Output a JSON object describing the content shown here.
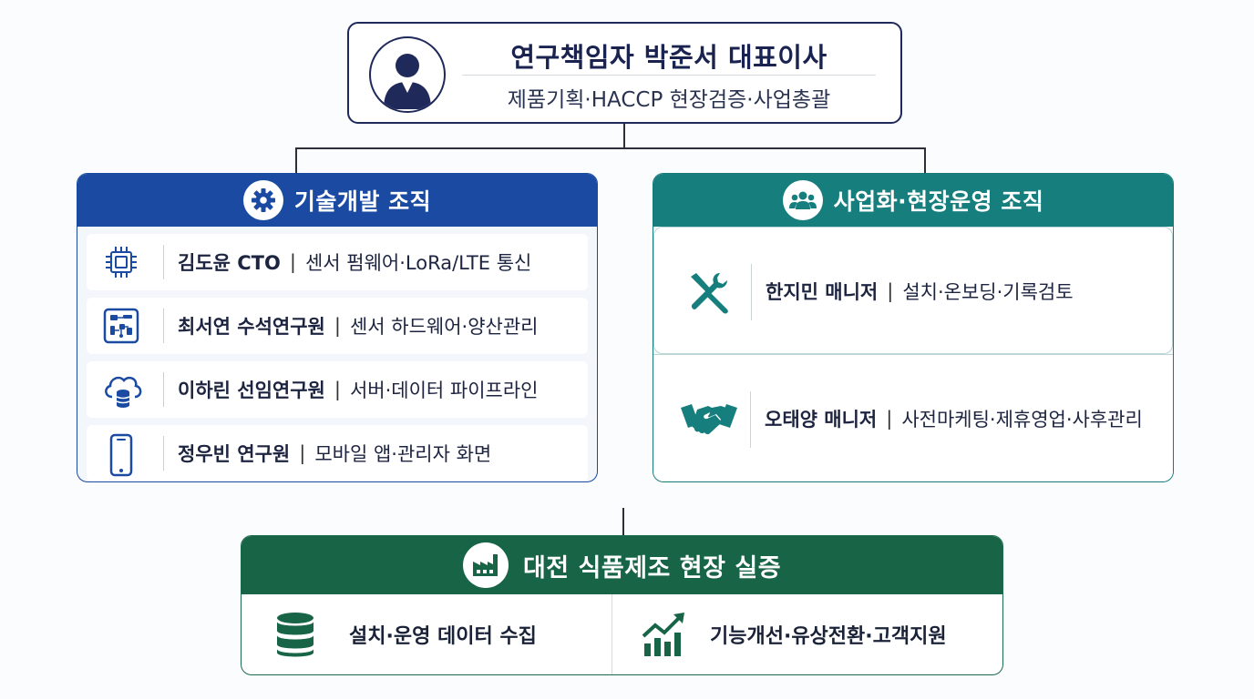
{
  "leader": {
    "title": "연구책임자 박준서 대표이사",
    "subtitle": "제품기획·HACCP 현장검증·사업총괄",
    "icon": "person-icon"
  },
  "tech_org": {
    "title": "기술개발 조직",
    "icon": "gear-icon",
    "color": "#1a4aa2",
    "members": [
      {
        "name": "김도윤 CTO",
        "role": "센서 펌웨어·LoRa/LTE 통신",
        "icon": "chip-icon"
      },
      {
        "name": "최서연 수석연구원",
        "role": "센서 하드웨어·양산관리",
        "icon": "circuit-board-icon"
      },
      {
        "name": "이하린 선임연구원",
        "role": "서버·데이터 파이프라인",
        "icon": "cloud-database-icon"
      },
      {
        "name": "정우빈 연구원",
        "role": "모바일 앱·관리자 화면",
        "icon": "smartphone-icon"
      }
    ]
  },
  "biz_org": {
    "title": "사업화·현장운영 조직",
    "icon": "group-icon",
    "color": "#167e7d",
    "members": [
      {
        "name": "한지민 매니저",
        "role": "설치·온보딩·기록검토",
        "icon": "tools-icon"
      },
      {
        "name": "오태양 매니저",
        "role": "사전마케팅·제휴영업·사후관리",
        "icon": "handshake-icon"
      }
    ]
  },
  "field": {
    "title": "대전 식품제조 현장 실증",
    "icon": "factory-icon",
    "color": "#176447",
    "items": [
      {
        "label": "설치·운영 데이터 수집",
        "icon": "database-icon"
      },
      {
        "label": "기능개선·유상전환·고객지원",
        "icon": "growth-chart-icon"
      }
    ]
  }
}
